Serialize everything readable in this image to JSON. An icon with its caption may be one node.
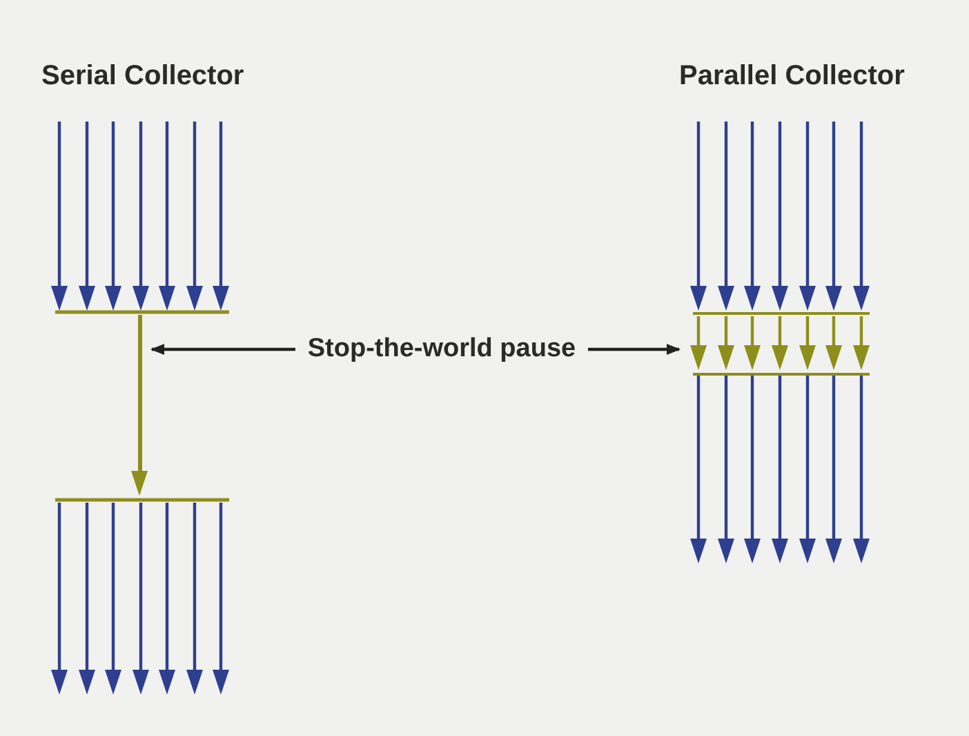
{
  "diagram": {
    "nodes": [
      {
        "text": [
          "Stop-the-world pause"
        ]
      },
      {
        "text": [],
        "shape": "bar"
      },
      {
        "text": [],
        "shape": "box"
      }
    ],
    "edges": [
      {
        "from": 0,
        "to": 1,
        "arrow": "to"
      },
      {
        "from": 0,
        "to": 2,
        "arrow": "to"
      }
    ],
    "labels": [
      "Serial Collector",
      "Parallel Collector"
    ]
  }
}
